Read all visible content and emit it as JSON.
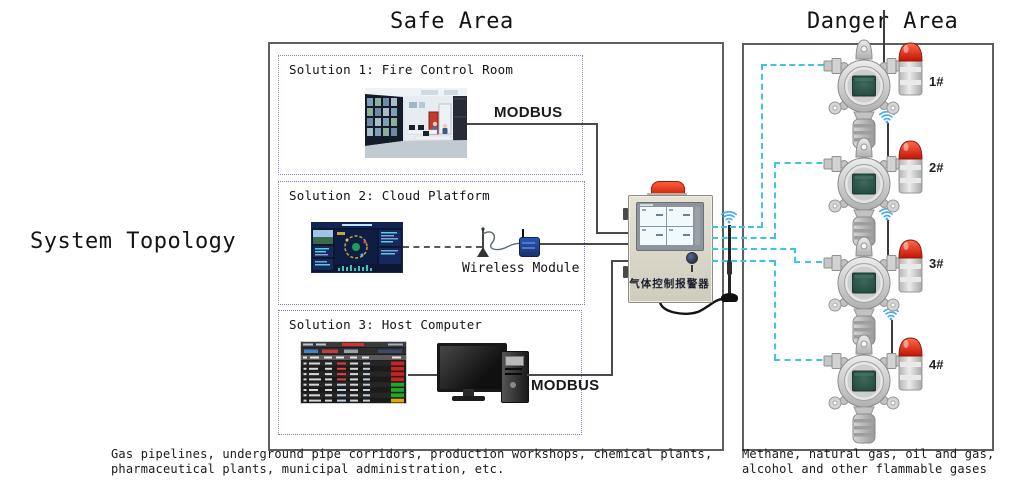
{
  "page": {
    "title_left": "System Topology",
    "safe_area_title": "Safe Area",
    "danger_area_title": "Danger Area"
  },
  "safe_area": {
    "solutions": [
      {
        "label": "Solution 1: Fire Control Room",
        "connection_label": "MODBUS"
      },
      {
        "label": "Solution 2: Cloud Platform",
        "connection_label": "Wireless Module"
      },
      {
        "label": "Solution 3: Host Computer",
        "connection_label": "MODBUS"
      }
    ],
    "caption_lines": [
      "Gas pipelines, underground pipe corridors, production workshops, chemical plants,",
      "pharmaceutical plants, municipal administration, etc."
    ]
  },
  "controller": {
    "label_cn": "气体控制报警器"
  },
  "danger_area": {
    "detectors": [
      {
        "id": "1#"
      },
      {
        "id": "2#"
      },
      {
        "id": "3#"
      },
      {
        "id": "4#"
      }
    ],
    "caption_lines": [
      "Methane, natural gas, oil and gas,",
      "alcohol and other flammable gases"
    ]
  },
  "colors": {
    "box_border": "#5f5f5f",
    "solution_dotted_border": "#8080cc",
    "wireless_link_cyan": "#3ec6e0",
    "wire_gray": "#4a4a4a",
    "alarm_red": "#d8321a",
    "wifi_blue": "#47aef2",
    "controller_beige": "#d8d5c8",
    "detector_silver": "#cdcdcd",
    "lcd_green": "#2e5048"
  }
}
